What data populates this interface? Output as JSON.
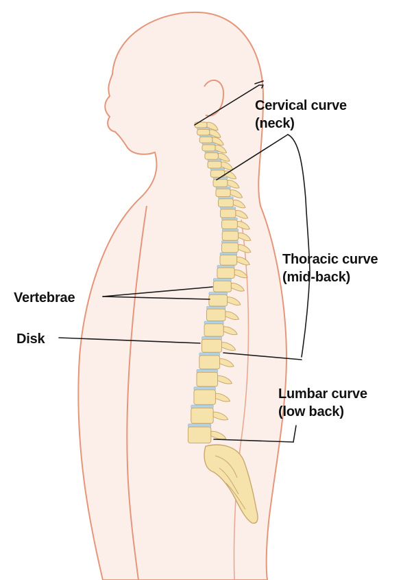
{
  "colors": {
    "body_outline": "#e5967a",
    "body_fill": "#fcefe9",
    "bone_fill": "#f6e3ac",
    "bone_stroke": "#c9a66c",
    "disk_fill": "#b4d3e2",
    "label_text": "#111111",
    "leader_line": "#1a1a1a"
  },
  "labels": {
    "cervical": {
      "line1": "Cervical curve",
      "line2": "(neck)"
    },
    "thoracic": {
      "line1": "Thoracic curve",
      "line2": "(mid-back)"
    },
    "lumbar": {
      "line1": "Lumbar curve",
      "line2": "(low back)"
    },
    "vertebrae": "Vertebrae",
    "disk": "Disk"
  }
}
